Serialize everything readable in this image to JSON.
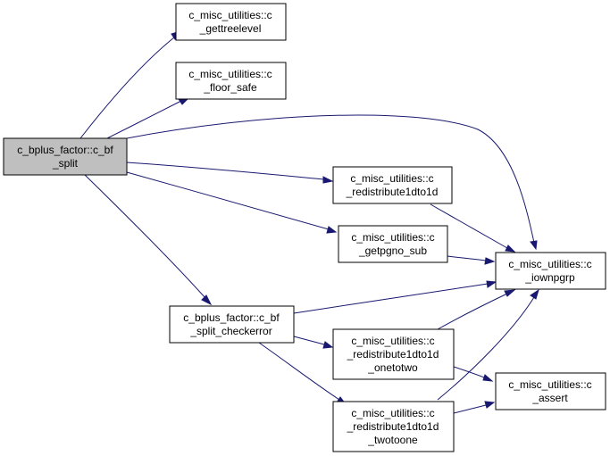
{
  "colors": {
    "edge": "#191970",
    "node_border": "#000000",
    "node_fill": "#ffffff",
    "root_fill": "#bfbfbf"
  },
  "nodes": {
    "root": {
      "line1": "c_bplus_factor::c_bf",
      "line2": "_split"
    },
    "gettreelevel": {
      "line1": "c_misc_utilities::c",
      "line2": "_gettreelevel"
    },
    "floor_safe": {
      "line1": "c_misc_utilities::c",
      "line2": "_floor_safe"
    },
    "redistribute1dto1d": {
      "line1": "c_misc_utilities::c",
      "line2": "_redistribute1dto1d"
    },
    "getpgno_sub": {
      "line1": "c_misc_utilities::c",
      "line2": "_getpgno_sub"
    },
    "iownpgrp": {
      "line1": "c_misc_utilities::c",
      "line2": "_iownpgrp"
    },
    "checkerror": {
      "line1": "c_bplus_factor::c_bf",
      "line2": "_split_checkerror"
    },
    "onetotwo": {
      "line1": "c_misc_utilities::c",
      "line2": "_redistribute1dto1d",
      "line3": "_onetotwo"
    },
    "assert": {
      "line1": "c_misc_utilities::c",
      "line2": "_assert"
    },
    "twotoone": {
      "line1": "c_misc_utilities::c",
      "line2": "_redistribute1dto1d",
      "line3": "_twotoone"
    }
  },
  "edges": [
    {
      "from": "root",
      "to": "gettreelevel"
    },
    {
      "from": "root",
      "to": "floor_safe"
    },
    {
      "from": "root",
      "to": "iownpgrp"
    },
    {
      "from": "root",
      "to": "redistribute1dto1d"
    },
    {
      "from": "root",
      "to": "getpgno_sub"
    },
    {
      "from": "root",
      "to": "checkerror"
    },
    {
      "from": "redistribute1dto1d",
      "to": "iownpgrp"
    },
    {
      "from": "getpgno_sub",
      "to": "iownpgrp"
    },
    {
      "from": "checkerror",
      "to": "iownpgrp"
    },
    {
      "from": "checkerror",
      "to": "onetotwo"
    },
    {
      "from": "checkerror",
      "to": "twotoone"
    },
    {
      "from": "onetotwo",
      "to": "iownpgrp"
    },
    {
      "from": "onetotwo",
      "to": "assert"
    },
    {
      "from": "twotoone",
      "to": "iownpgrp"
    },
    {
      "from": "twotoone",
      "to": "assert"
    }
  ]
}
